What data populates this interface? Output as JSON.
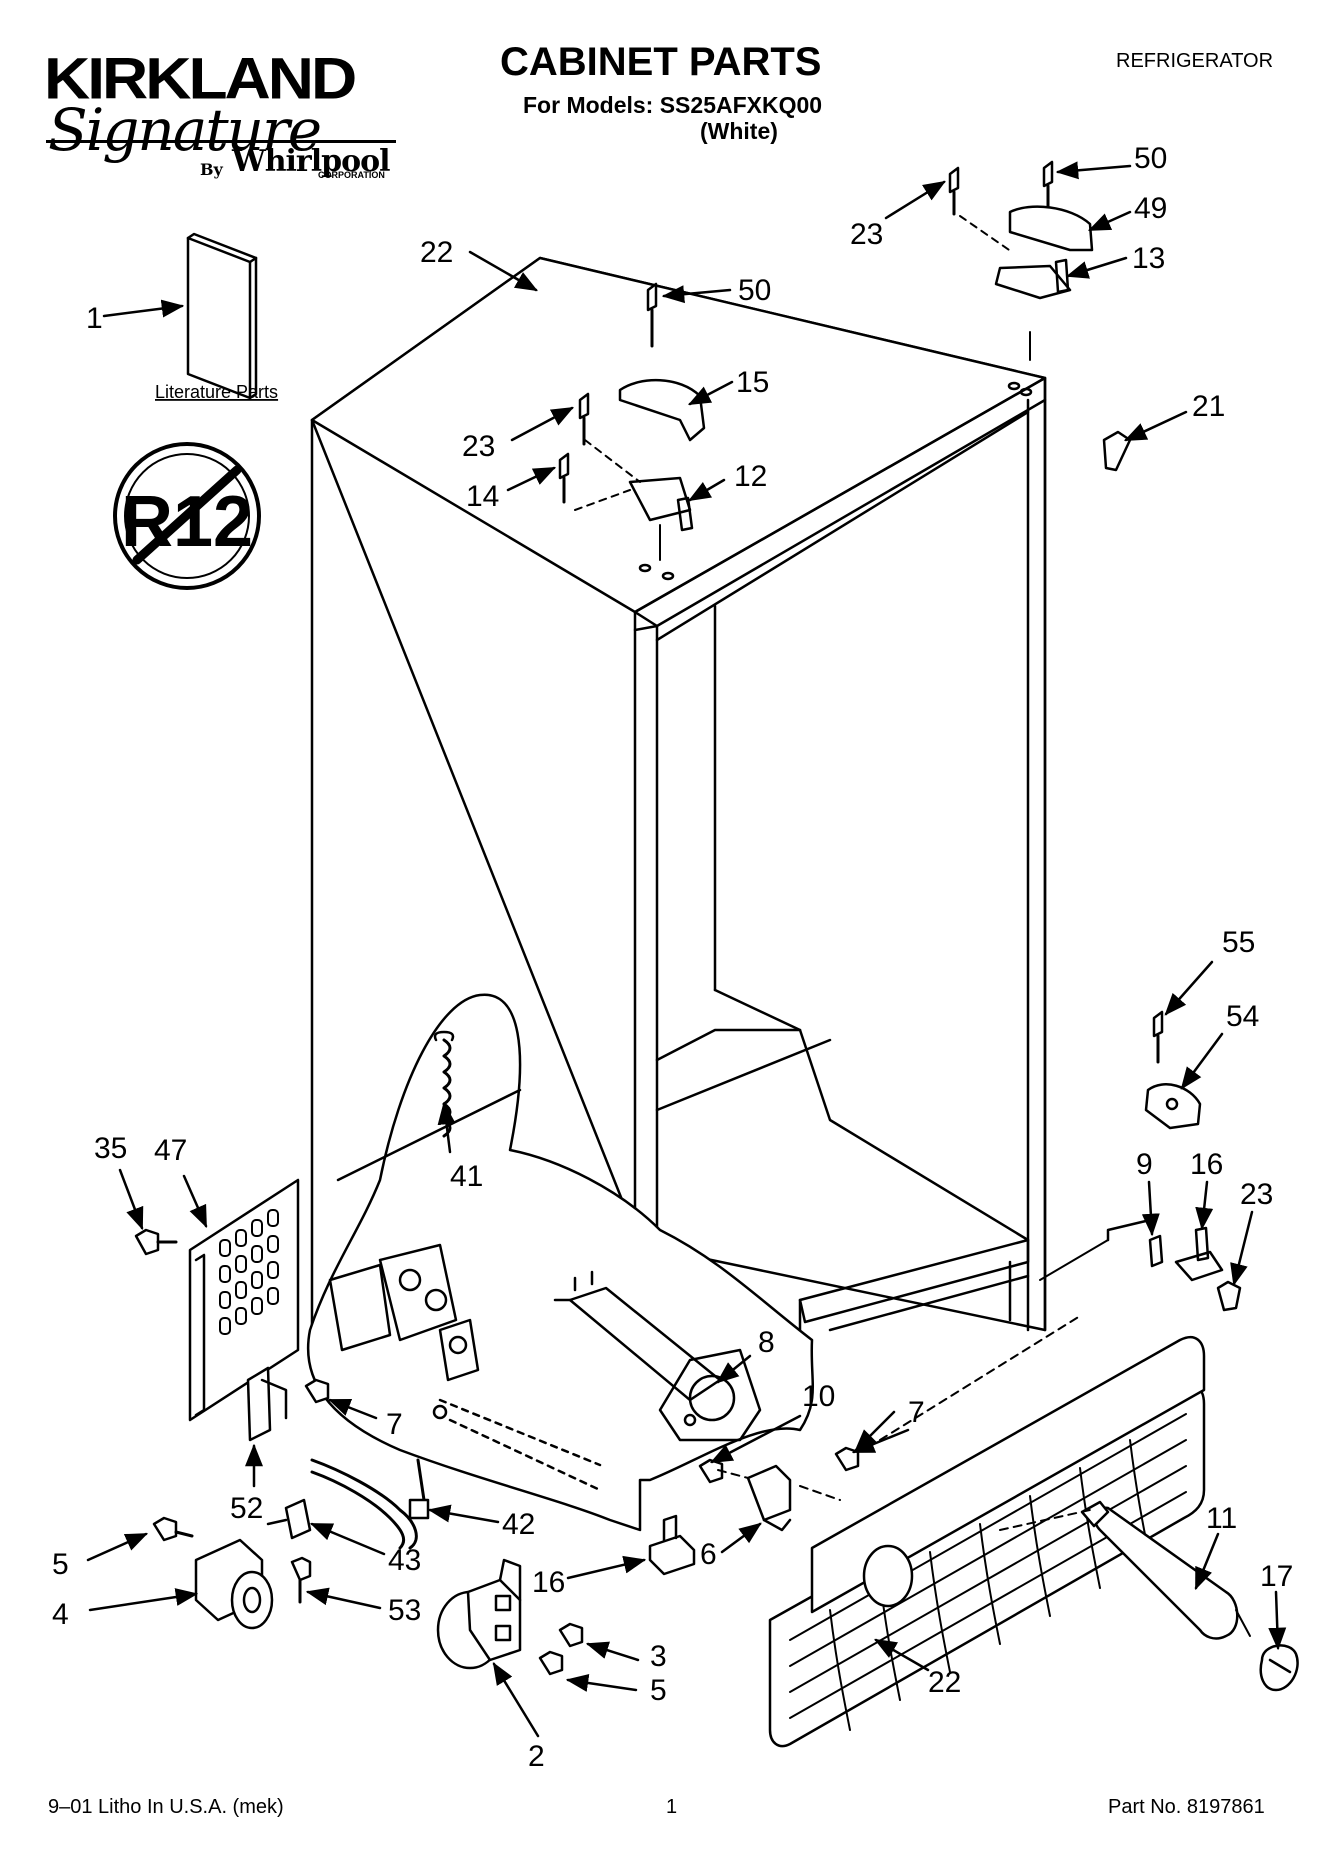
{
  "brand": {
    "name": "KIRKLAND",
    "script": "Signature",
    "by": "By",
    "maker": "Whirlpool",
    "corp": "CORPORATION"
  },
  "header": {
    "title": "CABINET PARTS",
    "subtitle": "For Models: SS25AFXKQ00",
    "variant": "(White)",
    "category": "REFRIGERATOR"
  },
  "badge": {
    "text": "R12"
  },
  "literature": {
    "label": "Literature Parts"
  },
  "callouts": {
    "c22a": "22",
    "c1": "1",
    "c50a": "50",
    "c15": "15",
    "c23a": "23",
    "c14": "14",
    "c12": "12",
    "c23b": "23",
    "c50b": "50",
    "c49": "49",
    "c13": "13",
    "c21": "21",
    "c55": "55",
    "c54": "54",
    "c9": "9",
    "c16a": "16",
    "c23c": "23",
    "c35": "35",
    "c47": "47",
    "c41": "41",
    "c8": "8",
    "c10": "10",
    "c7a": "7",
    "c7b": "7",
    "c52": "52",
    "c42": "42",
    "c43": "43",
    "c53": "53",
    "c5a": "5",
    "c4": "4",
    "c16b": "16",
    "c6": "6",
    "c3": "3",
    "c5b": "5",
    "c2": "2",
    "c11": "11",
    "c17": "17",
    "c22b": "22"
  },
  "footer": {
    "left": "9–01 Litho In U.S.A. (mek)",
    "page": "1",
    "part": "Part No. 8197861"
  }
}
